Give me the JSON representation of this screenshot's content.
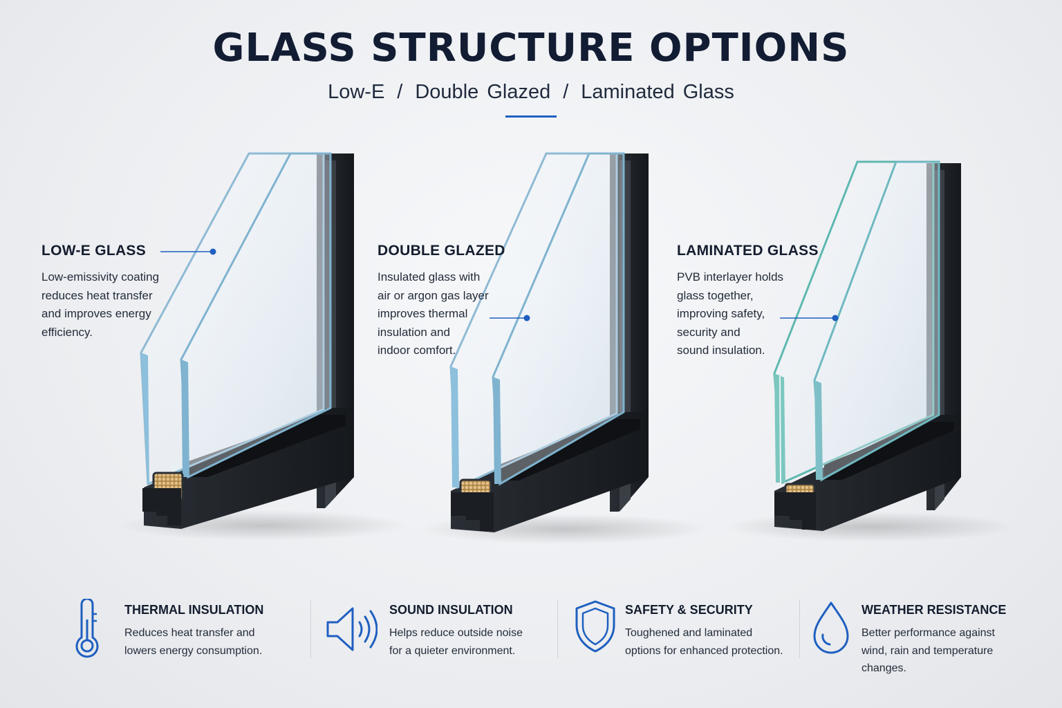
{
  "header": {
    "title": "GLASS STRUCTURE OPTIONS",
    "subtitle_parts": [
      "Low-E",
      "Double Glazed",
      "Laminated Glass"
    ],
    "separator": "/"
  },
  "panels": [
    {
      "heading": "LOW-E GLASS",
      "description": "Low-emissivity coating\nreduces heat transfer\nand improves energy\nefficiency."
    },
    {
      "heading": "DOUBLE GLAZED",
      "description": "Insulated glass with\nair or argon gas layer\nimproves thermal\ninsulation and\nindoor comfort."
    },
    {
      "heading": "LAMINATED GLASS",
      "description": "PVB interlayer holds\nglass together,\nimproving safety,\nsecurity and\nsound insulation."
    }
  ],
  "features": [
    {
      "icon": "thermometer-icon",
      "title": "THERMAL INSULATION",
      "description": "Reduces heat transfer and\nlowers energy consumption."
    },
    {
      "icon": "speaker-icon",
      "title": "SOUND INSULATION",
      "description": "Helps reduce outside noise\nfor a quieter environment."
    },
    {
      "icon": "shield-icon",
      "title": "SAFETY & SECURITY",
      "description": "Toughened and laminated\noptions for enhanced protection."
    },
    {
      "icon": "water-drop-icon",
      "title": "WEATHER RESISTANCE",
      "description": "Better performance against\nwind, rain and temperature\nchanges."
    }
  ],
  "colors": {
    "accent": "#1f5fc0",
    "title": "#121c33",
    "frame": "#1e2227",
    "glass_edge": "#7fb3cf",
    "laminated_edge": "#5fb8b0",
    "spacer_fill": "#c9a468"
  }
}
